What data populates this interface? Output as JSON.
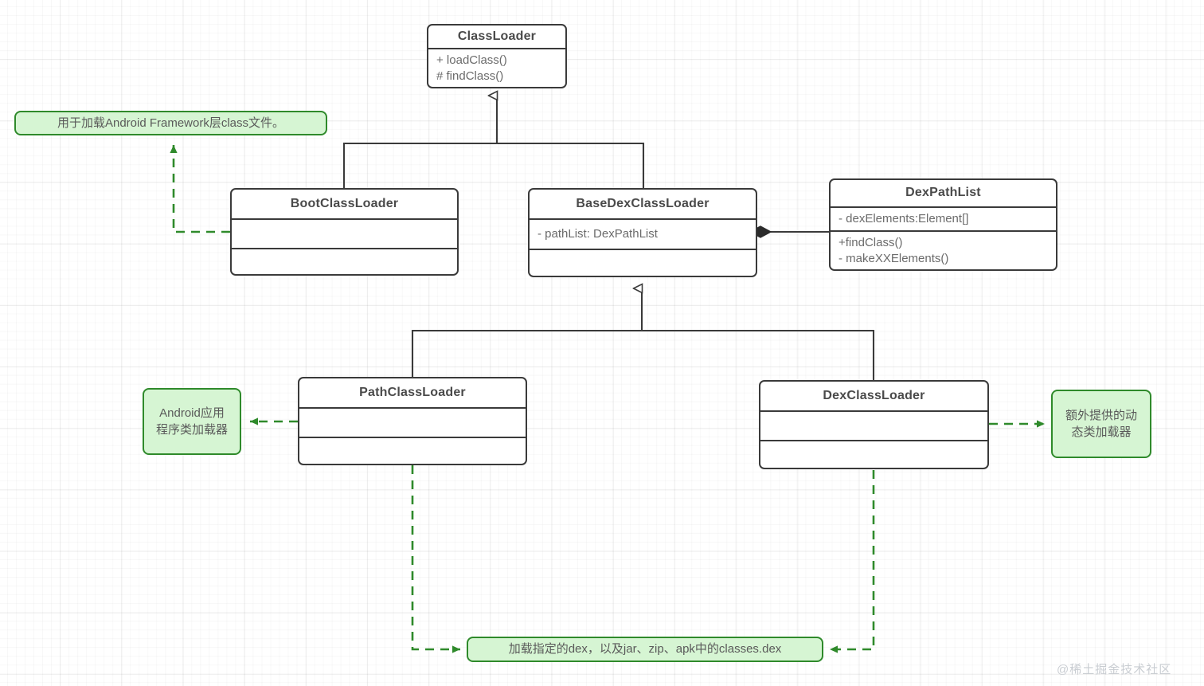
{
  "diagram": {
    "title": "Android ClassLoader UML class diagram",
    "watermark": "@稀土掘金技术社区",
    "colors": {
      "class_border": "#3a3a3a",
      "class_fill": "#ffffff",
      "note_fill": "#d6f5d3",
      "note_border": "#2f8a2b",
      "dashed_arrow": "#2f8a2b",
      "grid": "#e8e8e8",
      "text": "#5a5a5a"
    }
  },
  "classes": {
    "class_loader": {
      "name": "ClassLoader",
      "attributes": [],
      "methods": [
        "+ loadClass()",
        "# findClass()"
      ]
    },
    "boot_class_loader": {
      "name": "BootClassLoader",
      "attributes": [],
      "methods": []
    },
    "base_dex_class_loader": {
      "name": "BaseDexClassLoader",
      "attributes": [
        "- pathList: DexPathList"
      ],
      "methods": []
    },
    "dex_path_list": {
      "name": "DexPathList",
      "attributes": [
        "- dexElements:Element[]"
      ],
      "methods": [
        "+findClass()",
        "- makeXXElements()"
      ]
    },
    "path_class_loader": {
      "name": "PathClassLoader",
      "attributes": [],
      "methods": []
    },
    "dex_class_loader": {
      "name": "DexClassLoader",
      "attributes": [],
      "methods": []
    }
  },
  "notes": {
    "boot_note": {
      "lines": [
        "用于加载Android Framework层class文件。"
      ]
    },
    "path_note": {
      "lines": [
        "Android应用",
        "程序类加载器"
      ]
    },
    "dex_note": {
      "lines": [
        "额外提供的动",
        "态类加载器"
      ]
    },
    "bottom_note": {
      "lines": [
        "加载指定的dex，以及jar、zip、apk中的classes.dex"
      ]
    }
  },
  "relations": [
    {
      "from": "BootClassLoader",
      "to": "ClassLoader",
      "type": "generalization"
    },
    {
      "from": "BaseDexClassLoader",
      "to": "ClassLoader",
      "type": "generalization"
    },
    {
      "from": "PathClassLoader",
      "to": "BaseDexClassLoader",
      "type": "generalization"
    },
    {
      "from": "DexClassLoader",
      "to": "BaseDexClassLoader",
      "type": "generalization"
    },
    {
      "from": "BaseDexClassLoader",
      "to": "DexPathList",
      "type": "composition"
    },
    {
      "from": "BootClassLoader",
      "to": "boot_note",
      "type": "note-link"
    },
    {
      "from": "PathClassLoader",
      "to": "path_note",
      "type": "note-link"
    },
    {
      "from": "DexClassLoader",
      "to": "dex_note",
      "type": "note-link"
    },
    {
      "from": "PathClassLoader",
      "to": "bottom_note",
      "type": "note-link"
    },
    {
      "from": "DexClassLoader",
      "to": "bottom_note",
      "type": "note-link"
    }
  ]
}
